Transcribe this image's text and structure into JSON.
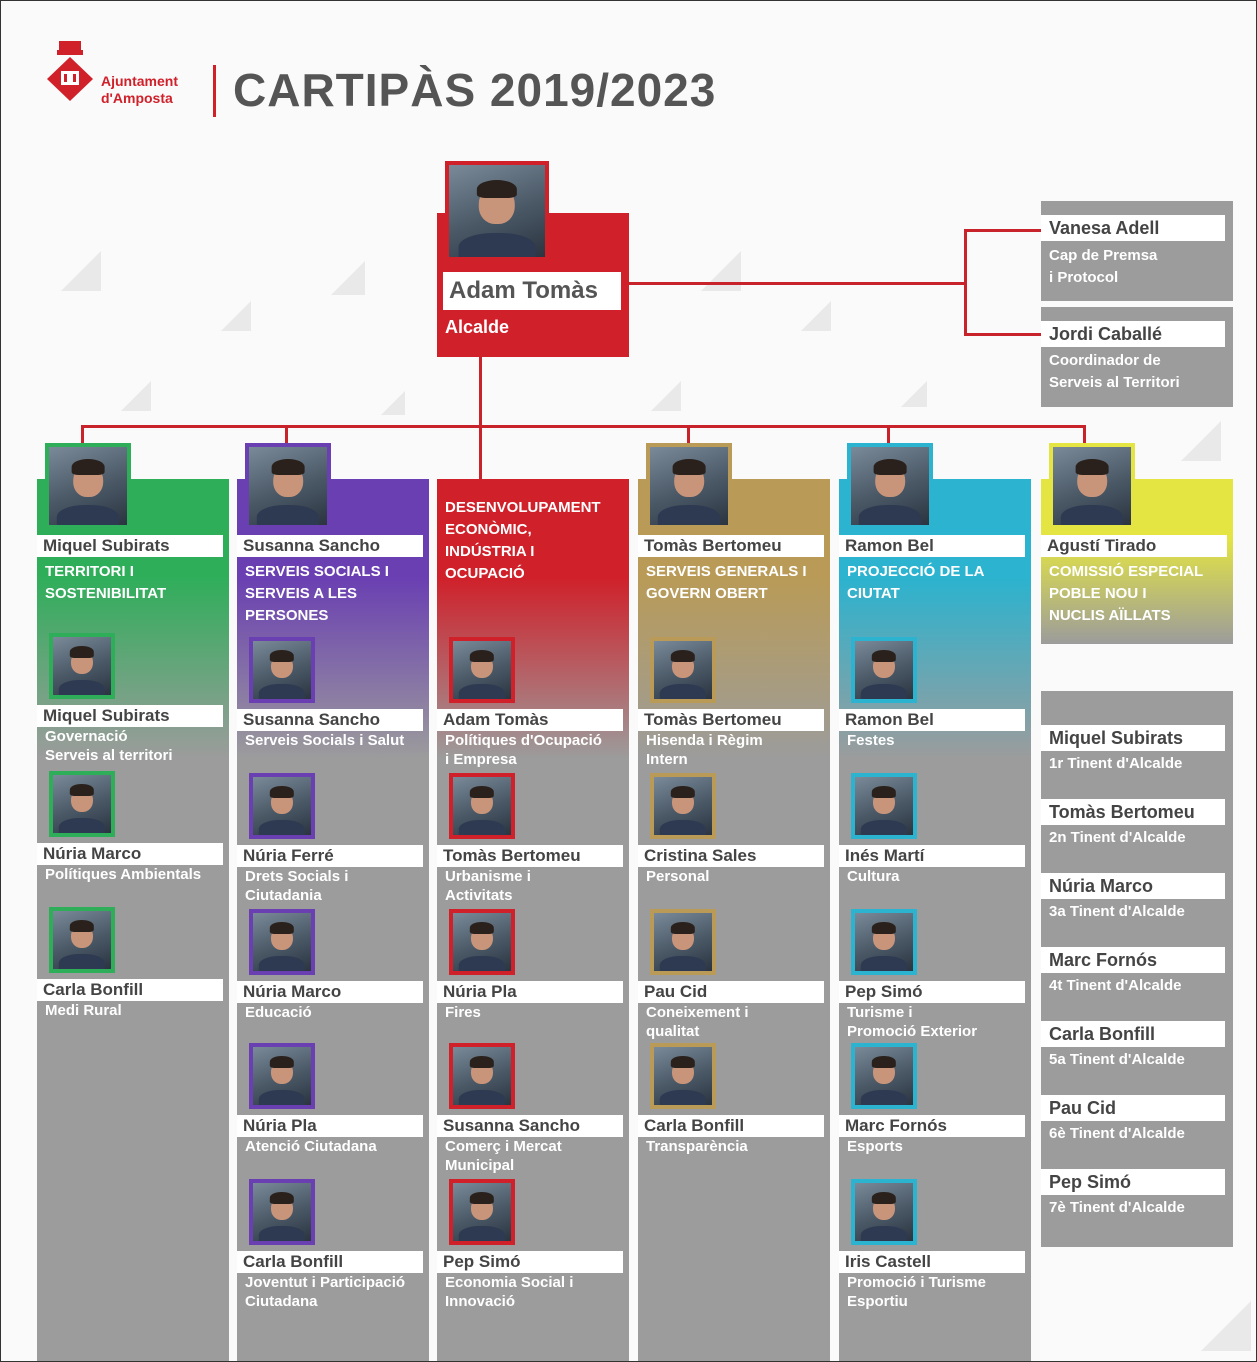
{
  "logo": {
    "line1": "Ajuntament",
    "line2": "d'Amposta"
  },
  "title": "CARTIPÀS 2019/2023",
  "mayor": {
    "name": "Adam Tomàs",
    "role": "Alcalde"
  },
  "advisors": [
    {
      "name": "Vanesa Adell",
      "role": "Cap de Premsa\ni Protocol"
    },
    {
      "name": "Jordi Caballé",
      "role": "Coordinador de\nServeis al Territori"
    }
  ],
  "colors": {
    "red": "#d0202a",
    "green": "#2fae5a",
    "purple": "#6a3fb2",
    "tan": "#b99b57",
    "cyan": "#2bb3cf",
    "yellow": "#e4e542",
    "gray": "#9c9c9c"
  },
  "areas": [
    {
      "head": "Miquel Subirats",
      "dept": "TERRITORI I\nSOSTENIBILITAT",
      "members": [
        {
          "name": "Miquel Subirats",
          "role": "Governació\nServeis al territori"
        },
        {
          "name": "Núria Marco",
          "role": "Polítiques Ambientals"
        },
        {
          "name": "Carla Bonfill",
          "role": "Medi Rural"
        }
      ]
    },
    {
      "head": "Susanna Sancho",
      "dept": "SERVEIS SOCIALS I\nSERVEIS A LES\nPERSONES",
      "members": [
        {
          "name": "Susanna Sancho",
          "role": "Serveis Socials i Salut"
        },
        {
          "name": "Núria Ferré",
          "role": "Drets Socials i\nCiutadania"
        },
        {
          "name": "Núria Marco",
          "role": "Educació"
        },
        {
          "name": "Núria Pla",
          "role": "Atenció Ciutadana"
        },
        {
          "name": "Carla Bonfill",
          "role": "Joventut i Participació\nCiutadana"
        }
      ]
    },
    {
      "head": "",
      "dept": "DESENVOLUPAMENT\nECONÒMIC,\nINDÚSTRIA I\nOCUPACIÓ",
      "members": [
        {
          "name": "Adam Tomàs",
          "role": "Polítiques d'Ocupació\ni Empresa"
        },
        {
          "name": "Tomàs Bertomeu",
          "role": "Urbanisme i\nActivitats"
        },
        {
          "name": "Núria Pla",
          "role": "Fires"
        },
        {
          "name": "Susanna Sancho",
          "role": "Comerç i Mercat\nMunicipal"
        },
        {
          "name": "Pep Simó",
          "role": "Economia Social i\nInnovació"
        }
      ]
    },
    {
      "head": "Tomàs Bertomeu",
      "dept": "SERVEIS GENERALS I\nGOVERN OBERT",
      "members": [
        {
          "name": "Tomàs Bertomeu",
          "role": "Hisenda i Règim\nIntern"
        },
        {
          "name": "Cristina Sales",
          "role": "Personal"
        },
        {
          "name": "Pau Cid",
          "role": "Coneixement i\nqualitat"
        },
        {
          "name": "Carla Bonfill",
          "role": "Transparència"
        }
      ]
    },
    {
      "head": "Ramon Bel",
      "dept": "PROJECCIÓ DE LA\nCIUTAT",
      "members": [
        {
          "name": "Ramon Bel",
          "role": "Festes"
        },
        {
          "name": "Inés Martí",
          "role": "Cultura"
        },
        {
          "name": "Pep Simó",
          "role": "Turisme i\nPromoció Exterior"
        },
        {
          "name": "Marc Fornós",
          "role": "Esports"
        },
        {
          "name": "Iris Castell",
          "role": "Promoció i Turisme\nEsportiu"
        }
      ]
    },
    {
      "head": "Agustí Tirado",
      "dept": "COMISSIÓ ESPECIAL\nPOBLE NOU I\nNUCLIS AÏLLATS",
      "members": []
    }
  ],
  "lieutenants": [
    {
      "name": "Miquel Subirats",
      "role": "1r Tinent d'Alcalde"
    },
    {
      "name": "Tomàs Bertomeu",
      "role": "2n Tinent d'Alcalde"
    },
    {
      "name": "Núria Marco",
      "role": "3a Tinent d'Alcalde"
    },
    {
      "name": "Marc Fornós",
      "role": "4t Tinent d'Alcalde"
    },
    {
      "name": "Carla Bonfill",
      "role": "5a Tinent d'Alcalde"
    },
    {
      "name": "Pau Cid",
      "role": "6è Tinent d'Alcalde"
    },
    {
      "name": "Pep Simó",
      "role": "7è Tinent d'Alcalde"
    }
  ]
}
